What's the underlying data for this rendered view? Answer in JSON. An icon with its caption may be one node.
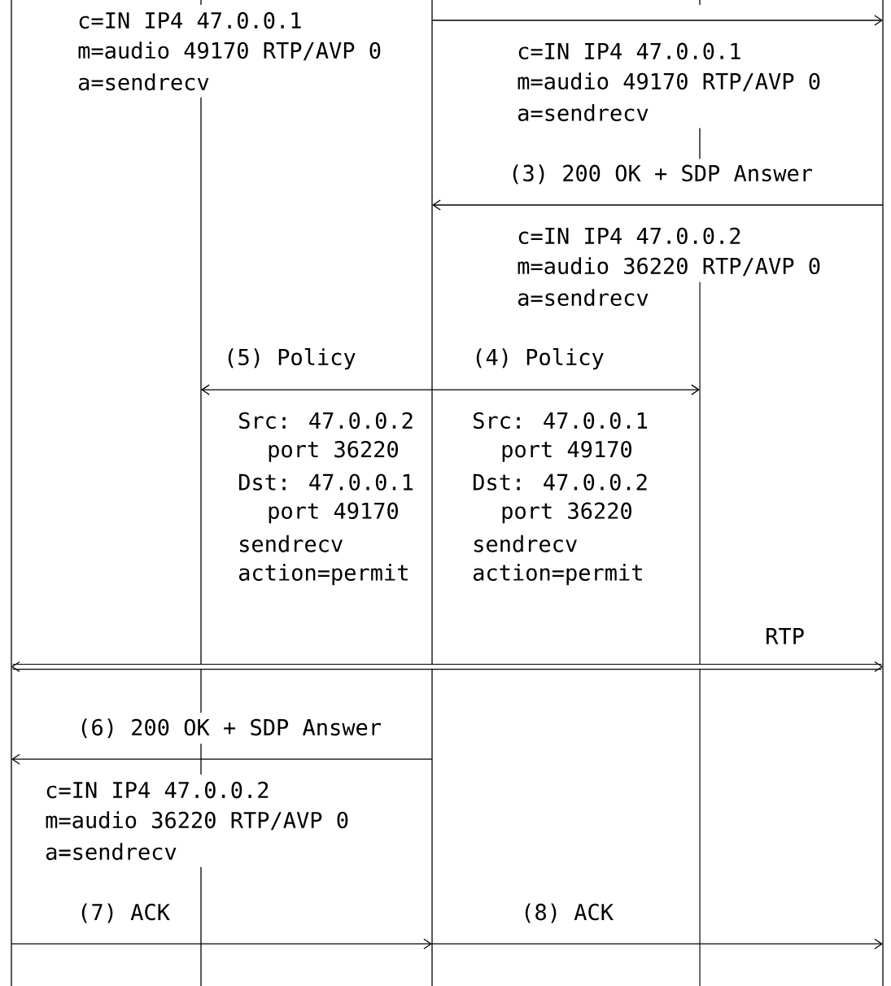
{
  "diagram": {
    "nodes": [
      {
        "text": [],
        "shape": "bar"
      },
      {
        "text": [],
        "shape": "bar"
      },
      {
        "text": [],
        "shape": "bar"
      },
      {
        "text": [],
        "shape": "bar"
      },
      {
        "text": [],
        "shape": "bar"
      }
    ],
    "edges": [
      {
        "from": 2,
        "to": 4,
        "arrow": "to"
      },
      {
        "from": 4,
        "to": 2,
        "arrow": "to",
        "label": "(3) 200 OK + SDP Answer"
      },
      {
        "from": 2,
        "to": 1,
        "arrow": "to",
        "label": "(5) Policy"
      },
      {
        "from": 2,
        "to": 3,
        "arrow": "to",
        "label": "(4) Policy"
      },
      {
        "from": 0,
        "to": 4,
        "arrow": "both",
        "label": "RTP",
        "style": "thick"
      },
      {
        "from": 2,
        "to": 0,
        "arrow": "to",
        "label": "(6) 200 OK + SDP Answer"
      },
      {
        "from": 0,
        "to": 2,
        "arrow": "to",
        "label": "(7) ACK"
      },
      {
        "from": 2,
        "to": 4,
        "arrow": "to",
        "label": "(8) ACK"
      }
    ],
    "labels": [
      "c=IN IP4 47.0.0.1",
      "m=audio 49170 RTP/AVP 0",
      "c=IN IP4 47.0.0.1",
      "a=sendrecv",
      "m=audio 49170 RTP/AVP 0",
      "a=sendrecv",
      "c=IN IP4 47.0.0.2",
      "m=audio 36220 RTP/AVP 0",
      "a=sendrecv",
      "Src: 47.0.0.2",
      "Src: 47.0.0.1",
      "port 36220",
      "port 49170",
      "Dst: 47.0.0.1",
      "Dst: 47.0.0.2",
      "port 49170",
      "port 36220",
      "sendrecv",
      "sendrecv",
      "action=permit",
      "action=permit",
      "c=IN IP4 47.0.0.2",
      "m=audio 36220 RTP/AVP 0",
      "a=sendrecv"
    ]
  }
}
